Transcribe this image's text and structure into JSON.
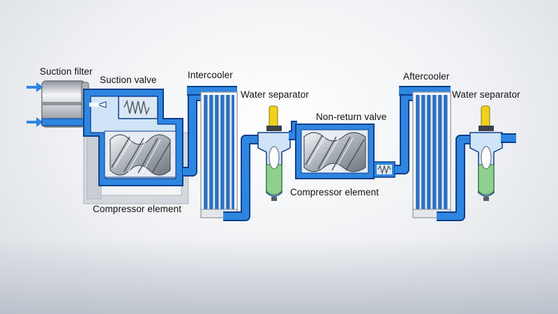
{
  "labels": {
    "suction_filter": "Suction filter",
    "suction_valve": "Suction valve",
    "intercooler": "Intercooler",
    "water_separator_1": "Water separator",
    "non_return_valve": "Non-return valve",
    "compressor_element_1": "Compressor element",
    "compressor_element_2": "Compressor element",
    "aftercooler": "Aftercooler",
    "water_separator_2": "Water separator"
  },
  "colors": {
    "pipe_blue": "#2f86e0",
    "pipe_outline": "#0d3f8a",
    "housing_light_blue": "#cfe4f6",
    "condensate_green": "#8fd08f",
    "drain_yellow": "#f0d21a",
    "metal": "#b9bec6"
  },
  "icons": {
    "inlet_arrows": "arrow-right-icon"
  }
}
